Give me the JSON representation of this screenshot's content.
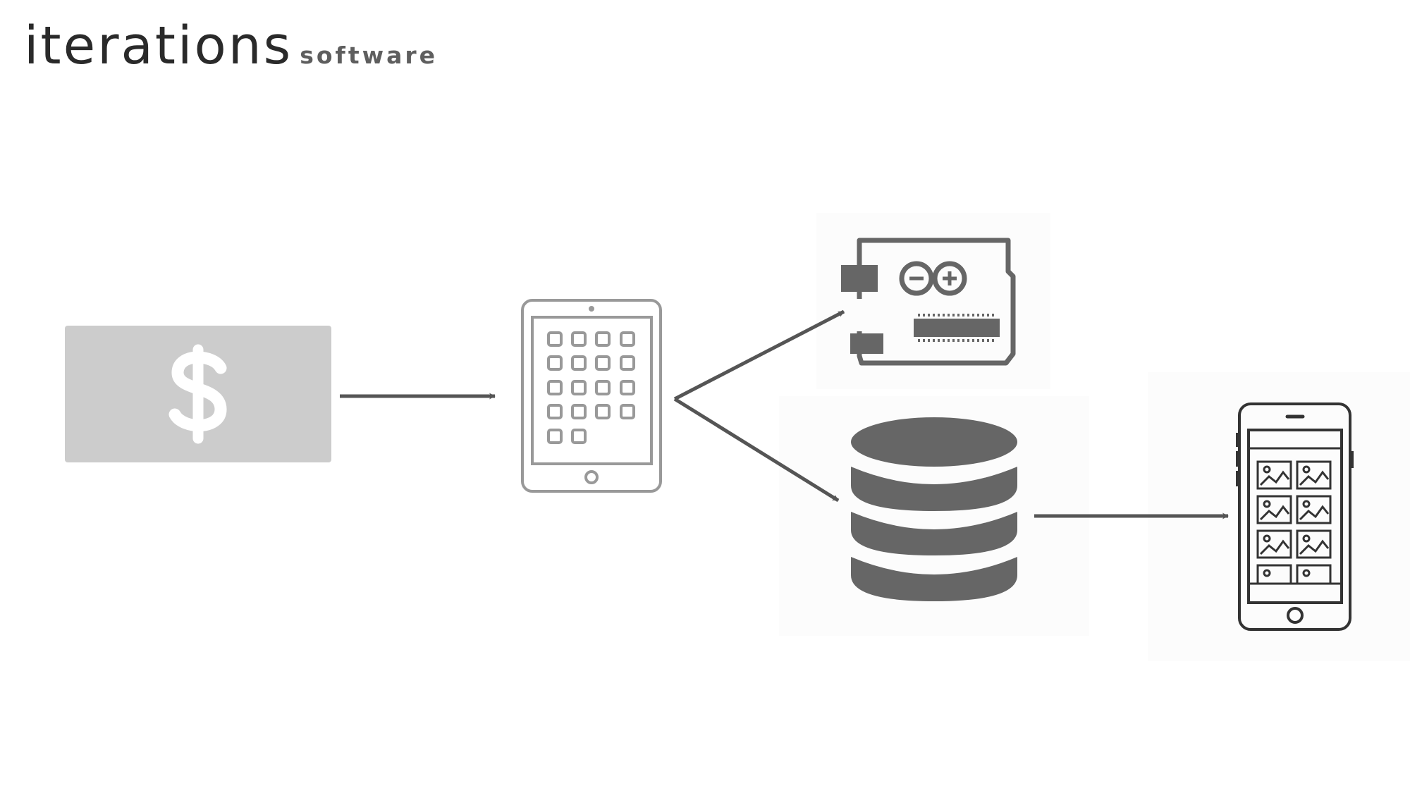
{
  "header": {
    "title": "iterations",
    "subtitle": "software"
  },
  "diagram": {
    "nodes": [
      {
        "id": "money",
        "icon": "dollar-bill-icon"
      },
      {
        "id": "tablet",
        "icon": "tablet-icon"
      },
      {
        "id": "arduino",
        "icon": "arduino-board-icon"
      },
      {
        "id": "database",
        "icon": "database-icon"
      },
      {
        "id": "phone",
        "icon": "smartphone-gallery-icon"
      }
    ],
    "edges": [
      {
        "from": "money",
        "to": "tablet"
      },
      {
        "from": "tablet",
        "to": "arduino"
      },
      {
        "from": "tablet",
        "to": "database"
      },
      {
        "from": "database",
        "to": "phone"
      }
    ],
    "colors": {
      "arrow": "#555555",
      "bill": "#cccccc",
      "tablet": "#999999",
      "dark_icon": "#666666",
      "phone": "#333333",
      "icon_backdrop": "#fcfcfc"
    }
  }
}
